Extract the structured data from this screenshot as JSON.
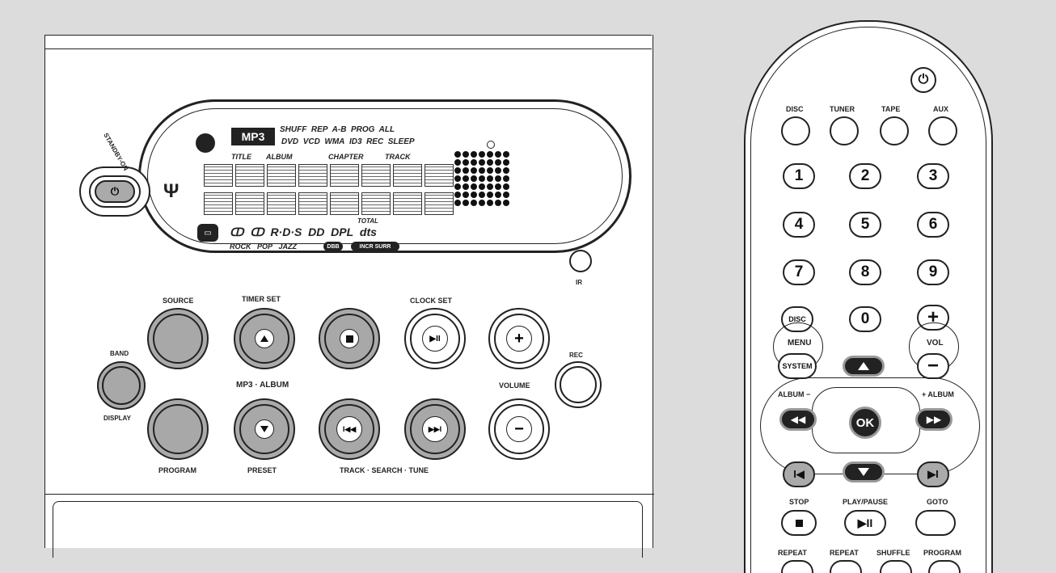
{
  "unit": {
    "standby_label": "STANDBY-ON",
    "ir_label": "IR",
    "display": {
      "row1": [
        "SHUFF",
        "REP",
        "A-B",
        "PROG",
        "ALL"
      ],
      "row2": [
        "DVD",
        "VCD",
        "WMA",
        "ID3",
        "REC",
        "SLEEP"
      ],
      "mp3_tag": "MP3",
      "headers": [
        "TITLE",
        "ALBUM",
        "CHAPTER",
        "TRACK"
      ],
      "total": "TOTAL",
      "logos": [
        "R·D·S",
        "DD",
        "DPL",
        "dts"
      ],
      "genres": [
        "ROCK",
        "POP",
        "JAZZ"
      ],
      "dbb": "DBB",
      "incr_surr": "INCR SURR"
    },
    "labels": {
      "source": "SOURCE",
      "timer_set": "TIMER SET",
      "clock_set": "CLOCK SET",
      "band": "BAND",
      "display": "DISPLAY",
      "mp3_album": "MP3 · ALBUM",
      "volume": "VOLUME",
      "rec": "REC",
      "program": "PROGRAM",
      "preset": "PRESET",
      "track_search_tune": "TRACK · SEARCH · TUNE"
    },
    "glyphs": {
      "play_pause": "▶II",
      "plus": "+",
      "minus": "−",
      "prev": "I◀◀",
      "next": "▶▶I"
    }
  },
  "remote": {
    "sources": [
      "DISC",
      "TUNER",
      "TAPE",
      "AUX"
    ],
    "numbers": [
      "1",
      "2",
      "3",
      "4",
      "5",
      "6",
      "7",
      "8",
      "9",
      "0"
    ],
    "disc_small": "DISC",
    "menu": "MENU",
    "system": "SYSTEM",
    "vol": "VOL",
    "vol_plus": "+",
    "vol_minus": "−",
    "album_minus": "ALBUM −",
    "album_plus": "+ ALBUM",
    "ok": "OK",
    "stop": "STOP",
    "play_pause": "PLAY/PAUSE",
    "goto": "GOTO",
    "bottom": [
      "REPEAT",
      "REPEAT",
      "SHUFFLE",
      "PROGRAM"
    ]
  }
}
